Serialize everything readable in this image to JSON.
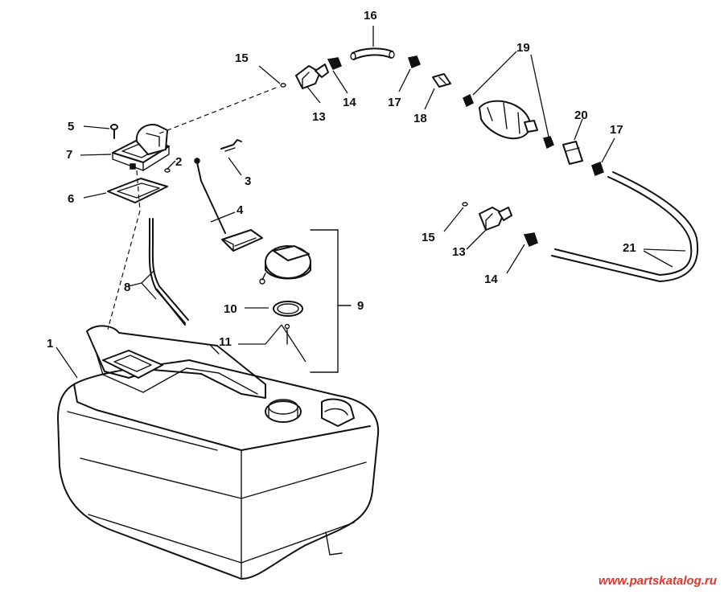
{
  "callouts": {
    "c1": "1",
    "c2": "2",
    "c3": "3",
    "c4": "4",
    "c5": "5",
    "c6": "6",
    "c7": "7",
    "c8": "8",
    "c9": "9",
    "c10": "10",
    "c11": "11",
    "c13a": "13",
    "c13b": "13",
    "c14a": "14",
    "c14b": "14",
    "c15a": "15",
    "c15b": "15",
    "c16": "16",
    "c17a": "17",
    "c17b": "17",
    "c18": "18",
    "c19": "19",
    "c20": "20",
    "c21": "21"
  },
  "watermark": "www.partskatalog.ru"
}
